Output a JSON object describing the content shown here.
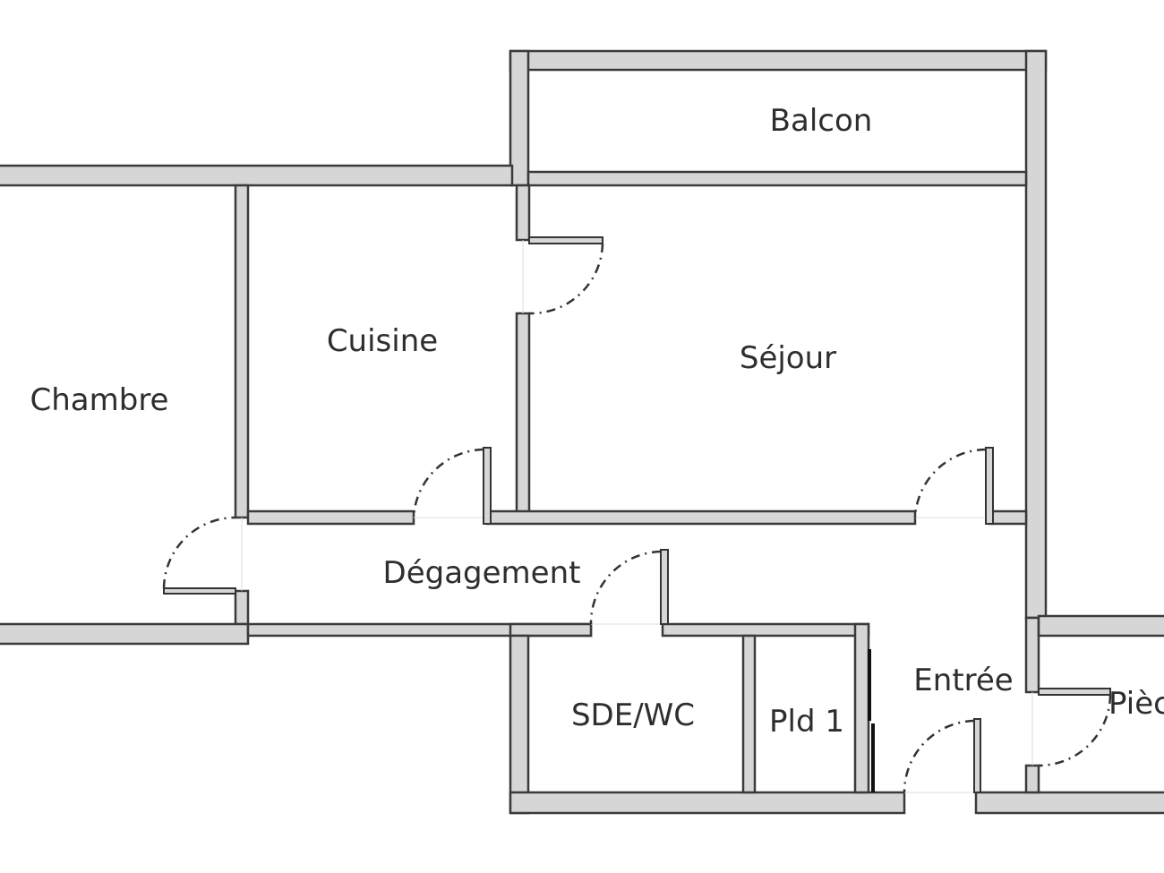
{
  "plan": {
    "rooms": {
      "balcon": "Balcon",
      "cuisine": "Cuisine",
      "sejour": "Séjour",
      "chambre": "Chambre",
      "degagement": "Dégagement",
      "sde_wc": "SDE/WC",
      "pld1": "Pld 1",
      "entree": "Entrée",
      "piece": "Pièce"
    },
    "colors": {
      "wall_fill": "#d6d6d6",
      "wall_stroke": "#3a3a3a"
    }
  }
}
